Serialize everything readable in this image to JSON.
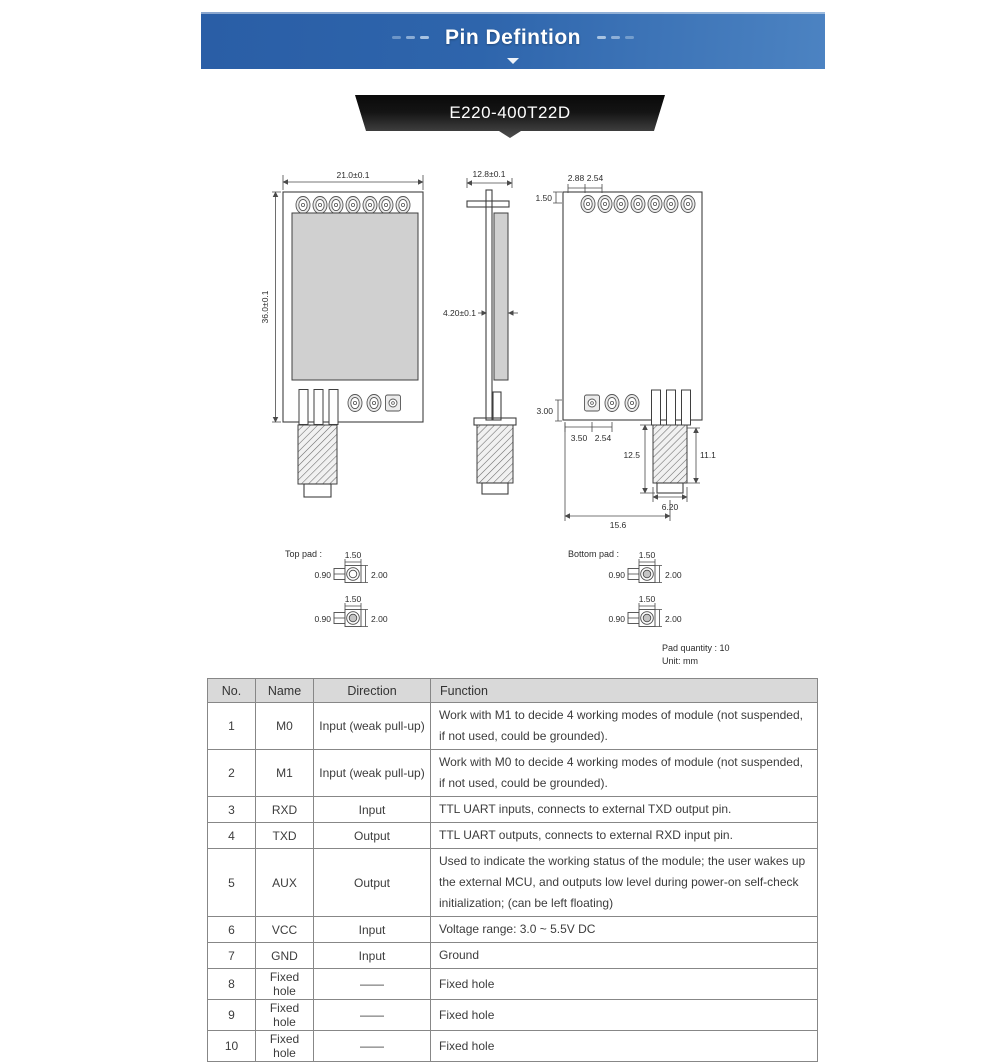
{
  "header_banner": {
    "title": "Pin Defintion"
  },
  "model_banner": {
    "model": "E220-400T22D"
  },
  "drawings": {
    "front_view": {
      "width_dim": "21.0±0.1",
      "height_dim": "36.0±0.1"
    },
    "side_view": {
      "width_dim": "12.8±0.1",
      "thickness_dim": "4.20±0.1"
    },
    "back_view": {
      "pad_edge_dim": "2.88",
      "pad_pitch_dim": "2.54",
      "pad_top_offset_dim": "1.50",
      "pad_bottom_offset_dim": "3.00",
      "bottom_pad_edge_dim": "3.50",
      "bottom_pad_pitch_dim": "2.54",
      "antenna_height_left_dim": "12.5",
      "antenna_height_right_dim": "11.1",
      "antenna_width_dim": "6.20",
      "bottom_width_dim": "15.6"
    },
    "top_pad": {
      "label": "Top pad :",
      "width_dim": "1.50",
      "stub_dim": "0.90",
      "height_dim": "2.00"
    },
    "bottom_pad": {
      "label": "Bottom pad :",
      "width_dim": "1.50",
      "stub_dim": "0.90",
      "height_dim": "2.00"
    },
    "notes": {
      "pad_quantity": "Pad quantity : 10",
      "unit": "Unit: mm"
    }
  },
  "pin_table": {
    "headers": {
      "no": "No.",
      "name": "Name",
      "direction": "Direction",
      "function": "Function"
    },
    "rows": [
      {
        "no": "1",
        "name": "M0",
        "direction": "Input (weak pull-up)",
        "function": "Work with M1 to decide 4 working modes of module (not suspended, if not used, could be grounded)."
      },
      {
        "no": "2",
        "name": "M1",
        "direction": "Input (weak pull-up)",
        "function": "Work with M0 to decide 4 working modes of module (not suspended, if not used, could be grounded)."
      },
      {
        "no": "3",
        "name": "RXD",
        "direction": "Input",
        "function": "TTL UART inputs, connects to external TXD output pin."
      },
      {
        "no": "4",
        "name": "TXD",
        "direction": "Output",
        "function": "TTL UART outputs, connects to external RXD input pin."
      },
      {
        "no": "5",
        "name": "AUX",
        "direction": "Output",
        "function": "Used to indicate the working status of the module; the user wakes up the external MCU, and outputs low level during power-on self-check initialization; (can be left floating)"
      },
      {
        "no": "6",
        "name": "VCC",
        "direction": "Input",
        "function": "Voltage range: 3.0 ~ 5.5V DC"
      },
      {
        "no": "7",
        "name": "GND",
        "direction": "Input",
        "function": "Ground"
      },
      {
        "no": "8",
        "name": "Fixed hole",
        "direction": "——",
        "function": "Fixed hole"
      },
      {
        "no": "9",
        "name": "Fixed hole",
        "direction": "——",
        "function": "Fixed hole"
      },
      {
        "no": "10",
        "name": "Fixed hole",
        "direction": "——",
        "function": "Fixed hole"
      }
    ]
  }
}
